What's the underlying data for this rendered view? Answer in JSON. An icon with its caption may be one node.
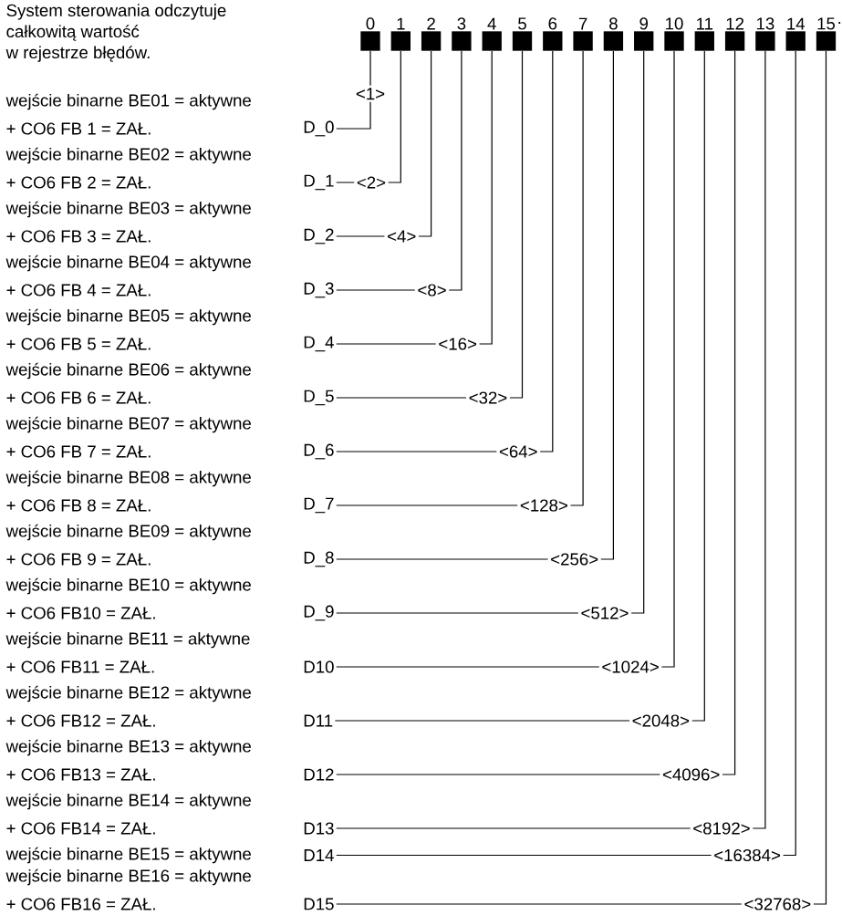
{
  "diagram": {
    "nodes": [
      {
        "text": [
          "0"
        ]
      },
      {
        "text": [
          "1"
        ]
      },
      {
        "text": [
          "2"
        ]
      },
      {
        "text": [
          "3"
        ]
      },
      {
        "text": [
          "4"
        ]
      },
      {
        "text": [
          "5"
        ]
      },
      {
        "text": [
          "6"
        ]
      },
      {
        "text": [
          "7"
        ]
      },
      {
        "text": [
          "8"
        ]
      },
      {
        "text": [
          "9"
        ]
      },
      {
        "text": [
          "10"
        ]
      },
      {
        "text": [
          "11"
        ]
      },
      {
        "text": [
          "12"
        ]
      },
      {
        "text": [
          "13"
        ]
      },
      {
        "text": [
          "14"
        ]
      },
      {
        "text": [
          "15"
        ]
      },
      {
        "text": [
          "D_0"
        ]
      },
      {
        "text": [
          "D_1"
        ]
      },
      {
        "text": [
          "D_2"
        ]
      },
      {
        "text": [
          "D_3"
        ]
      },
      {
        "text": [
          "D_4"
        ]
      },
      {
        "text": [
          "D_5"
        ]
      },
      {
        "text": [
          "D_6"
        ]
      },
      {
        "text": [
          "D_7"
        ]
      },
      {
        "text": [
          "D_8"
        ]
      },
      {
        "text": [
          "D_9"
        ]
      },
      {
        "text": [
          "D10"
        ]
      },
      {
        "text": [
          "D11"
        ]
      },
      {
        "text": [
          "D12"
        ]
      },
      {
        "text": [
          "D13"
        ]
      },
      {
        "text": [
          "D14"
        ]
      },
      {
        "text": [
          "D15"
        ]
      }
    ],
    "edges": [
      {
        "from": 0,
        "to": 16,
        "arrow": "none",
        "label": "<1>"
      },
      {
        "from": 1,
        "to": 17,
        "arrow": "none",
        "label": "<2>"
      },
      {
        "from": 2,
        "to": 18,
        "arrow": "none",
        "label": "<4>"
      },
      {
        "from": 3,
        "to": 19,
        "arrow": "none",
        "label": "<8>"
      },
      {
        "from": 4,
        "to": 20,
        "arrow": "none",
        "label": "<16>"
      },
      {
        "from": 5,
        "to": 21,
        "arrow": "none",
        "label": "<32>"
      },
      {
        "from": 6,
        "to": 22,
        "arrow": "none",
        "label": "<64>"
      },
      {
        "from": 7,
        "to": 23,
        "arrow": "none",
        "label": "<128>"
      },
      {
        "from": 8,
        "to": 24,
        "arrow": "none",
        "label": "<256>"
      },
      {
        "from": 9,
        "to": 25,
        "arrow": "none",
        "label": "<512>"
      },
      {
        "from": 10,
        "to": 26,
        "arrow": "none",
        "label": "<1024>"
      },
      {
        "from": 11,
        "to": 27,
        "arrow": "none",
        "label": "<2048>"
      },
      {
        "from": 12,
        "to": 28,
        "arrow": "none",
        "label": "<4096>"
      },
      {
        "from": 13,
        "to": 29,
        "arrow": "none",
        "label": "<8192>"
      },
      {
        "from": 14,
        "to": 30,
        "arrow": "none",
        "label": "<16384>"
      },
      {
        "from": 15,
        "to": 31,
        "arrow": "none",
        "label": "<32768>"
      }
    ],
    "labels": [
      "System sterowania odczytuje",
      "całkowitą wartość",
      "w rejestrze błędów.",
      ".",
      "wejście binarne BE01 = aktywne",
      "+ CO6 FB 1 = ZAŁ.",
      "wejście binarne BE02 = aktywne",
      "+ CO6 FB 2 = ZAŁ.",
      "wejście binarne BE03 = aktywne",
      "+ CO6 FB 3 = ZAŁ.",
      "wejście binarne BE04 = aktywne",
      "+ CO6 FB 4 = ZAŁ.",
      "wejście binarne BE05 = aktywne",
      "+ CO6 FB 5 = ZAŁ.",
      "wejście binarne BE06 = aktywne",
      "+ CO6 FB 6 = ZAŁ.",
      "wejście binarne BE07 = aktywne",
      "+ CO6 FB 7 = ZAŁ.",
      "wejście binarne BE08 = aktywne",
      "+ CO6 FB 8 = ZAŁ.",
      "wejście binarne BE09 = aktywne",
      "+ CO6 FB 9 = ZAŁ.",
      "wejście binarne BE10 = aktywne",
      "+ CO6 FB10 = ZAŁ.",
      "wejście binarne BE11 = aktywne",
      "+ CO6 FB11 = ZAŁ.",
      "wejście binarne BE12 = aktywne",
      "+ CO6 FB12 = ZAŁ.",
      "wejście binarne BE13 = aktywne",
      "+ CO6 FB13 = ZAŁ.",
      "wejście binarne BE14 = aktywne",
      "+ CO6 FB14 = ZAŁ.",
      "wejście binarne BE15 = aktywne",
      "wejście binarne BE16 = aktywne",
      "+ CO6 FB16 = ZAŁ."
    ]
  }
}
